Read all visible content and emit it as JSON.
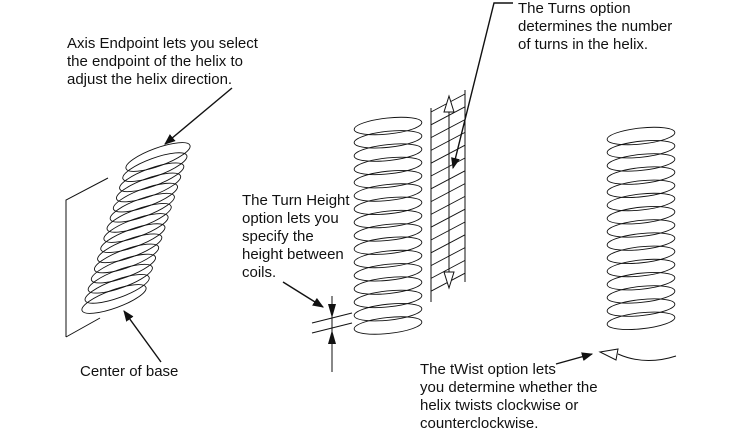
{
  "callouts": {
    "axis_endpoint": {
      "lines": [
        "Axis Endpoint lets you select",
        "the endpoint of the helix to",
        "adjust the helix direction."
      ]
    },
    "turns": {
      "lines": [
        "The Turns option",
        "determines the number",
        "of turns in the helix."
      ]
    },
    "turn_height": {
      "lines": [
        "The Turn Height",
        "option lets you",
        "specify the",
        "height between",
        "coils."
      ]
    },
    "center_of_base": {
      "lines": [
        "Center of base"
      ]
    },
    "twist": {
      "lines": [
        "The tWist option lets",
        "you determine whether the",
        "helix twists clockwise or",
        "counterclockwise."
      ]
    }
  },
  "colors": {
    "ink": "#111111",
    "background": "#ffffff"
  }
}
